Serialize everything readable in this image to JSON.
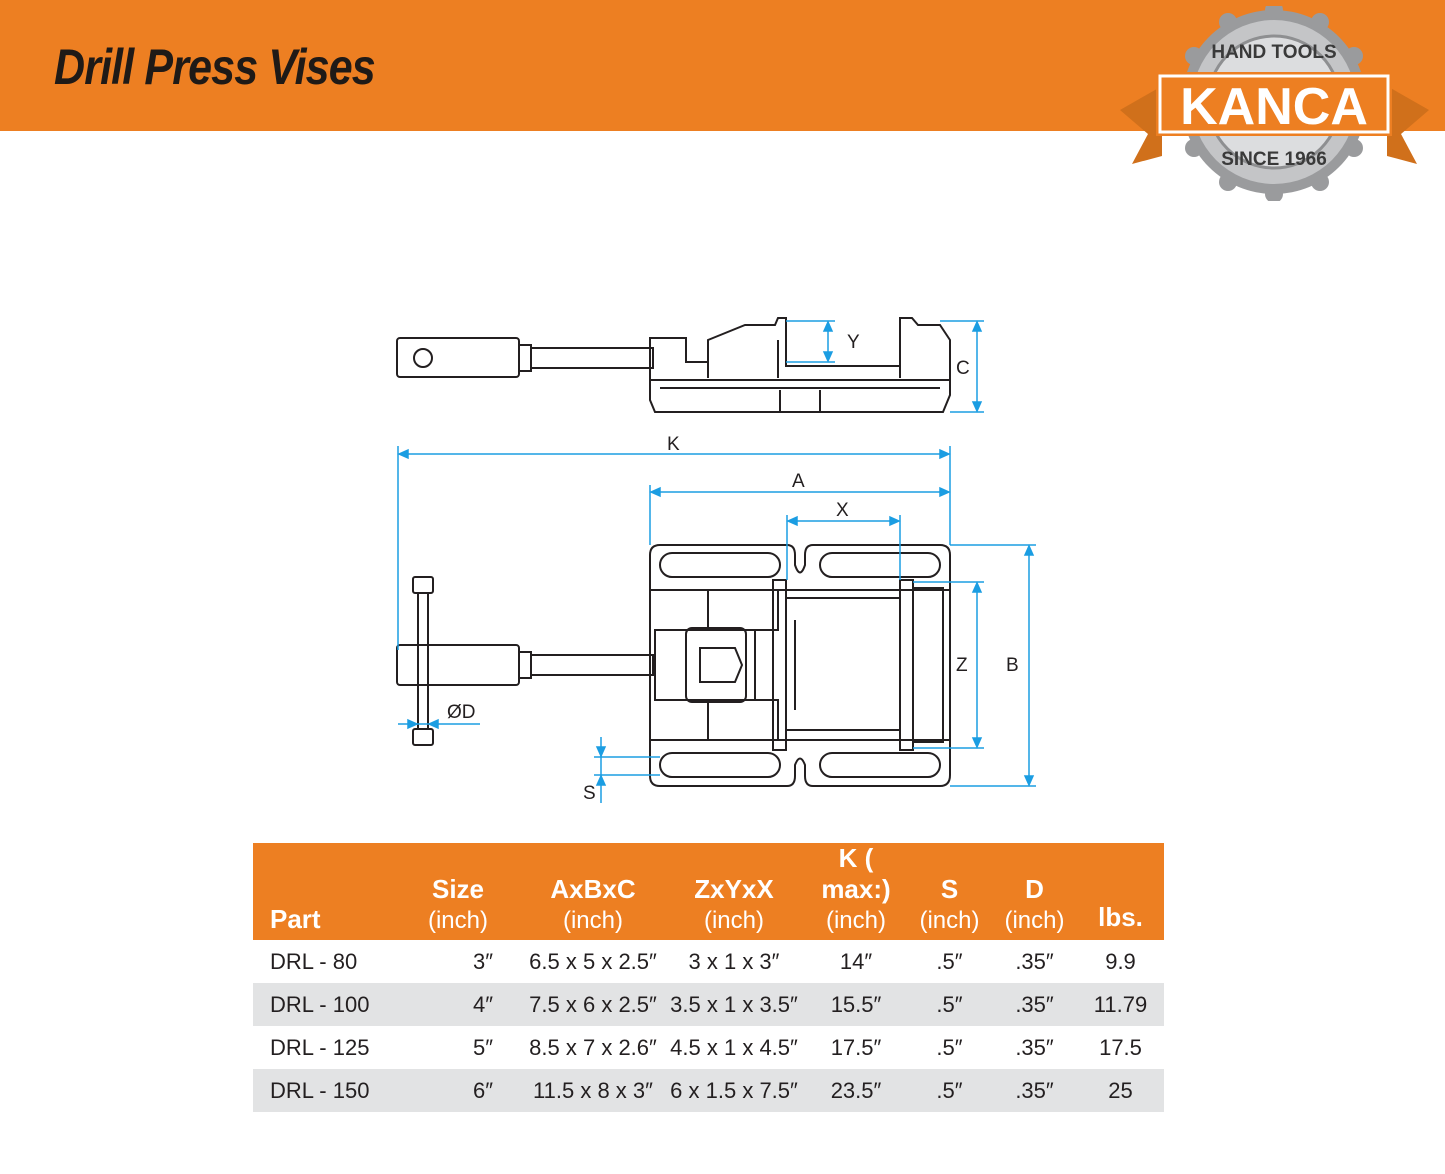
{
  "header": {
    "title": "Drill Press Vises",
    "band_color": "#ed7f22"
  },
  "logo": {
    "brand": "KANCA",
    "top_text": "HAND TOOLS",
    "bottom_text": "SINCE 1966"
  },
  "drawing": {
    "labels": {
      "y": "Y",
      "c": "C",
      "k": "K",
      "a": "A",
      "x": "X",
      "z": "Z",
      "b": "B",
      "d": "ØD",
      "s": "S"
    },
    "dimension_color": "#1b9de2"
  },
  "table": {
    "headers": {
      "part": "Part",
      "size": "Size",
      "size_unit": "(inch)",
      "axbxc": "AxBxC",
      "axbxc_unit": "(inch)",
      "zxyxx": "ZxYxX",
      "zxyxx_unit": "(inch)",
      "k": "K ( max:)",
      "k_unit": "(inch)",
      "s": "S",
      "s_unit": "(inch)",
      "d": "D",
      "d_unit": "(inch)",
      "lbs": "lbs."
    },
    "rows": [
      {
        "part": "DRL - 80",
        "size": "3″",
        "axbxc": "6.5 x 5 x 2.5″",
        "zxyxx": "3 x 1 x 3″",
        "k": "14″",
        "s": ".5″",
        "d": ".35″",
        "lbs": "9.9"
      },
      {
        "part": "DRL - 100",
        "size": "4″",
        "axbxc": "7.5 x 6 x 2.5″",
        "zxyxx": "3.5 x 1 x 3.5″",
        "k": "15.5″",
        "s": ".5″",
        "d": ".35″",
        "lbs": "11.79"
      },
      {
        "part": "DRL - 125",
        "size": "5″",
        "axbxc": "8.5 x 7 x 2.6″",
        "zxyxx": "4.5 x 1 x 4.5″",
        "k": "17.5″",
        "s": ".5″",
        "d": ".35″",
        "lbs": "17.5"
      },
      {
        "part": "DRL - 150",
        "size": "6″",
        "axbxc": "11.5 x 8 x 3″",
        "zxyxx": "6 x 1.5 x 7.5″",
        "k": "23.5″",
        "s": ".5″",
        "d": ".35″",
        "lbs": "25"
      }
    ]
  }
}
